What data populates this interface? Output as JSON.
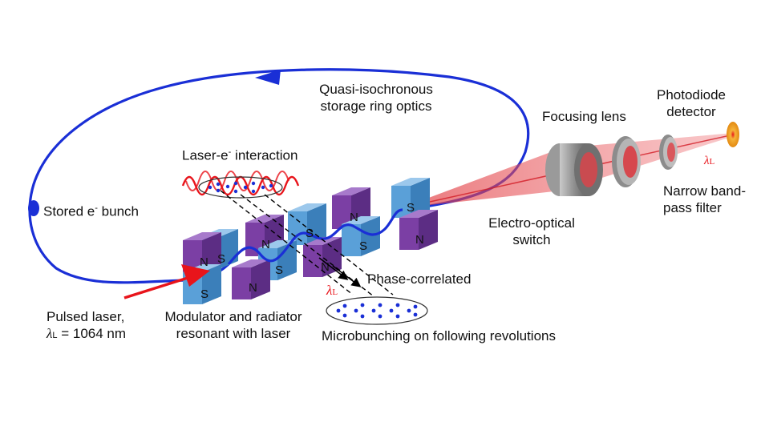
{
  "labels": {
    "ring_optics_line1": "Quasi-isochronous",
    "ring_optics_line2": "storage ring optics",
    "focusing_lens": "Focusing lens",
    "photodiode_line1": "Photodiode",
    "photodiode_line2": "detector",
    "laser_e_interaction_pre": "Laser-e",
    "laser_e_interaction_sup": "-",
    "laser_e_interaction_post": " interaction",
    "stored_bunch_pre": "Stored e",
    "stored_bunch_sup": "-",
    "stored_bunch_post": " bunch",
    "narrow_filter_line1": "Narrow band-",
    "narrow_filter_line2": "pass filter",
    "eo_switch_line1": "Electro-optical",
    "eo_switch_line2": "switch",
    "phase_correlated": "Phase-correlated",
    "pulsed_laser_line1": "Pulsed laser,",
    "pulsed_laser_lambda": "λ",
    "pulsed_laser_lambda_sub": "L",
    "pulsed_laser_value": " = 1064 nm",
    "modulator_line1": "Modulator and radiator",
    "modulator_line2": "resonant with laser",
    "microbunching": "Microbunching on following revolutions",
    "lambda_center": "λ",
    "lambda_center_sub": "L",
    "lambda_filter": "λ",
    "lambda_filter_sub": "L"
  },
  "magnet_poles": {
    "north": "N",
    "south": "S"
  },
  "colors": {
    "beam": "#1a2fd6",
    "laser": "#e8141b",
    "north_magnet": "#7b3fa4",
    "south_magnet": "#5aa0d8",
    "detector": "#f2a21e"
  }
}
